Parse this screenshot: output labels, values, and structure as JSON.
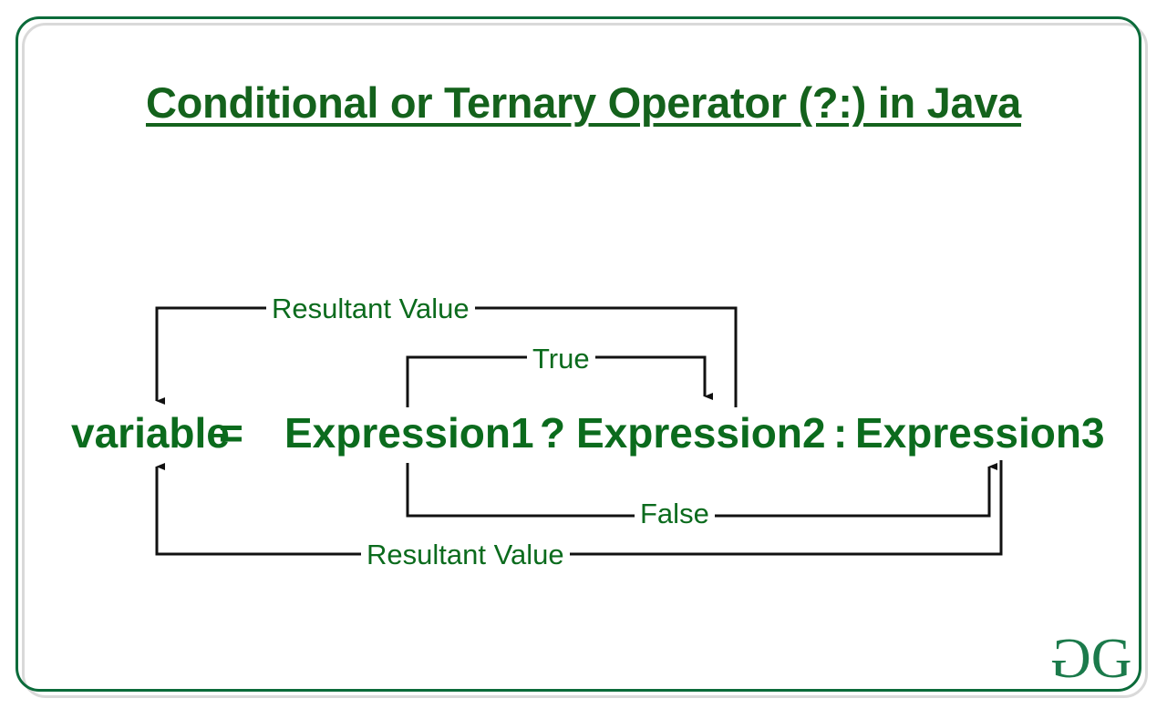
{
  "slide": {
    "title": "Conditional or Ternary Operator (?:) in Java",
    "background_color": "#ffffff",
    "frame_color": "#0b6b3a",
    "accent_green": "#0b6b1d",
    "title_green": "#14621c",
    "wire_color": "#111111"
  },
  "expression": {
    "variable": "variable",
    "assign": "=",
    "expression1": "Expression1",
    "question_mark": "?",
    "expression2": "Expression2",
    "colon": ":",
    "expression3": "Expression3"
  },
  "connectors": {
    "top_resultant_value": "Resultant Value",
    "true_label": "True",
    "false_label": "False",
    "bottom_resultant_value": "Resultant Value"
  },
  "logo": {
    "mirrored_g": "G",
    "g": "G",
    "name": "geeksforgeeks-logo"
  }
}
